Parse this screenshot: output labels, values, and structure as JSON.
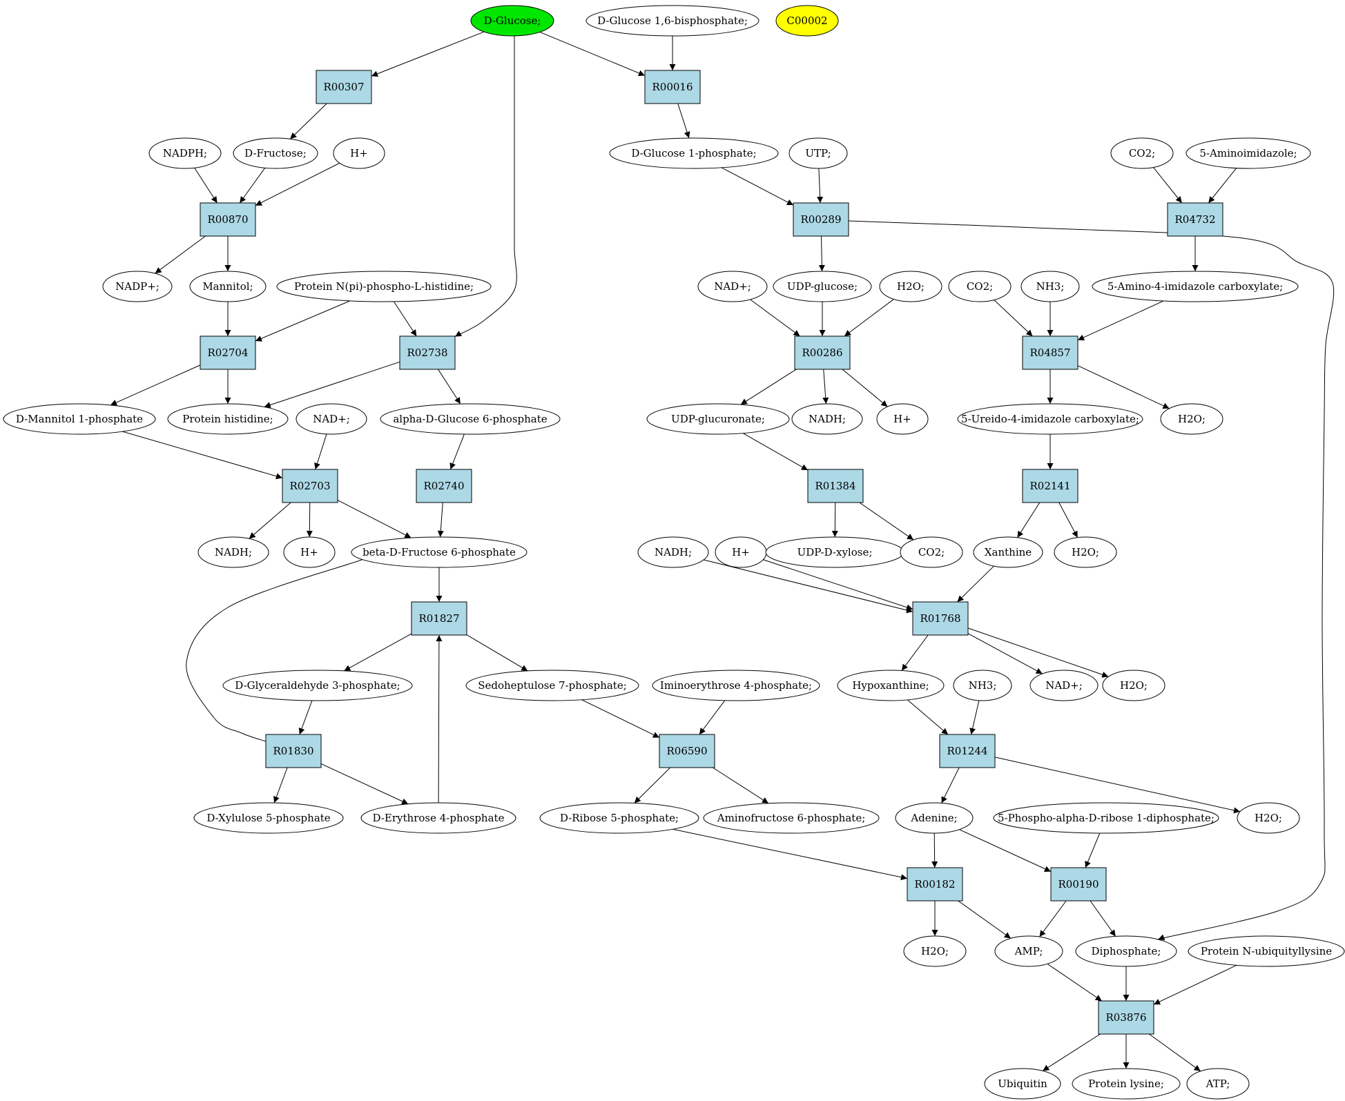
{
  "colors": {
    "reaction_fill": "#add8e6",
    "compound_fill": "#ffffff",
    "start_fill": "#00e600",
    "highlight_fill": "#ffff00",
    "stroke": "#000000"
  },
  "compounds": [
    {
      "id": "glc",
      "label": "D-Glucose;",
      "fill": "start"
    },
    {
      "id": "g16bp",
      "label": "D-Glucose 1,6-bisphosphate;"
    },
    {
      "id": "c00002",
      "label": "C00002",
      "fill": "highlight"
    },
    {
      "id": "nadph",
      "label": "NADPH;"
    },
    {
      "id": "fru",
      "label": "D-Fructose;"
    },
    {
      "id": "h_a",
      "label": "H+"
    },
    {
      "id": "g1p",
      "label": "D-Glucose 1-phosphate;"
    },
    {
      "id": "utp",
      "label": "UTP;"
    },
    {
      "id": "co2_a",
      "label": "CO2;"
    },
    {
      "id": "aminoimid",
      "label": "5-Aminoimidazole;"
    },
    {
      "id": "nadp",
      "label": "NADP+;"
    },
    {
      "id": "mannitol",
      "label": "Mannitol;"
    },
    {
      "id": "protnpi",
      "label": "Protein N(pi)-phospho-L-histidine;"
    },
    {
      "id": "nad_a",
      "label": "NAD+;"
    },
    {
      "id": "udpglc",
      "label": "UDP-glucose;"
    },
    {
      "id": "h2o_a",
      "label": "H2O;"
    },
    {
      "id": "co2_b",
      "label": "CO2;"
    },
    {
      "id": "nh3_a",
      "label": "NH3;"
    },
    {
      "id": "aica",
      "label": "5-Amino-4-imidazole carboxylate;"
    },
    {
      "id": "man1p",
      "label": "D-Mannitol 1-phosphate"
    },
    {
      "id": "prothis",
      "label": "Protein histidine;"
    },
    {
      "id": "nad_b",
      "label": "NAD+;"
    },
    {
      "id": "ag6p",
      "label": "alpha-D-Glucose 6-phosphate"
    },
    {
      "id": "udpglcua",
      "label": "UDP-glucuronate;"
    },
    {
      "id": "nadh_a",
      "label": "NADH;"
    },
    {
      "id": "h_b",
      "label": "H+"
    },
    {
      "id": "ureido",
      "label": "5-Ureido-4-imidazole carboxylate;"
    },
    {
      "id": "h2o_b",
      "label": "H2O;"
    },
    {
      "id": "nadh_b",
      "label": "NADH;"
    },
    {
      "id": "h_c",
      "label": "H+"
    },
    {
      "id": "bf6p",
      "label": "beta-D-Fructose 6-phosphate"
    },
    {
      "id": "nadh_c",
      "label": "NADH;"
    },
    {
      "id": "h_d",
      "label": "H+"
    },
    {
      "id": "udpxyl",
      "label": "UDP-D-xylose;"
    },
    {
      "id": "co2_c",
      "label": "CO2;"
    },
    {
      "id": "xanthine",
      "label": "Xanthine"
    },
    {
      "id": "h2o_c",
      "label": "H2O;"
    },
    {
      "id": "gap",
      "label": "D-Glyceraldehyde 3-phosphate;"
    },
    {
      "id": "s7p",
      "label": "Sedoheptulose 7-phosphate;"
    },
    {
      "id": "imino4p",
      "label": "Iminoerythrose 4-phosphate;"
    },
    {
      "id": "hypox",
      "label": "Hypoxanthine;"
    },
    {
      "id": "nh3_b",
      "label": "NH3;"
    },
    {
      "id": "nad_c",
      "label": "NAD+;"
    },
    {
      "id": "h2o_d",
      "label": "H2O;"
    },
    {
      "id": "xu5p",
      "label": "D-Xylulose 5-phosphate"
    },
    {
      "id": "e4p",
      "label": "D-Erythrose 4-phosphate"
    },
    {
      "id": "r5p",
      "label": "D-Ribose 5-phosphate;"
    },
    {
      "id": "af6p",
      "label": "Aminofructose 6-phosphate;"
    },
    {
      "id": "adenine",
      "label": "Adenine;"
    },
    {
      "id": "prpp",
      "label": "5-Phospho-alpha-D-ribose 1-diphosphate;"
    },
    {
      "id": "h2o_e",
      "label": "H2O;"
    },
    {
      "id": "h2o_f",
      "label": "H2O;"
    },
    {
      "id": "amp",
      "label": "AMP;"
    },
    {
      "id": "ppi",
      "label": "Diphosphate;"
    },
    {
      "id": "protubi",
      "label": "Protein N-ubiquityllysine"
    },
    {
      "id": "ubiquitin",
      "label": "Ubiquitin"
    },
    {
      "id": "protlys",
      "label": "Protein lysine;"
    },
    {
      "id": "atp",
      "label": "ATP;"
    }
  ],
  "reactions": [
    {
      "id": "R00307",
      "label": "R00307"
    },
    {
      "id": "R00016",
      "label": "R00016"
    },
    {
      "id": "R00870",
      "label": "R00870"
    },
    {
      "id": "R00289",
      "label": "R00289"
    },
    {
      "id": "R04732",
      "label": "R04732"
    },
    {
      "id": "R02704",
      "label": "R02704"
    },
    {
      "id": "R02738",
      "label": "R02738"
    },
    {
      "id": "R00286",
      "label": "R00286"
    },
    {
      "id": "R04857",
      "label": "R04857"
    },
    {
      "id": "R02703",
      "label": "R02703"
    },
    {
      "id": "R02740",
      "label": "R02740"
    },
    {
      "id": "R01384",
      "label": "R01384"
    },
    {
      "id": "R02141",
      "label": "R02141"
    },
    {
      "id": "R01827",
      "label": "R01827"
    },
    {
      "id": "R01768",
      "label": "R01768"
    },
    {
      "id": "R01830",
      "label": "R01830"
    },
    {
      "id": "R06590",
      "label": "R06590"
    },
    {
      "id": "R01244",
      "label": "R01244"
    },
    {
      "id": "R00182",
      "label": "R00182"
    },
    {
      "id": "R00190",
      "label": "R00190"
    },
    {
      "id": "R03876",
      "label": "R03876"
    }
  ],
  "edges": [
    [
      "glc",
      "R00307"
    ],
    [
      "glc",
      "R00016"
    ],
    [
      "glc",
      "R02738"
    ],
    [
      "g16bp",
      "R00016"
    ],
    [
      "R00307",
      "fru"
    ],
    [
      "R00016",
      "g1p"
    ],
    [
      "nadph",
      "R00870"
    ],
    [
      "fru",
      "R00870"
    ],
    [
      "h_a",
      "R00870"
    ],
    [
      "g1p",
      "R00289"
    ],
    [
      "utp",
      "R00289"
    ],
    [
      "R00289",
      "ppi"
    ],
    [
      "co2_a",
      "R04732"
    ],
    [
      "aminoimid",
      "R04732"
    ],
    [
      "R04732",
      "aica"
    ],
    [
      "R00870",
      "nadp"
    ],
    [
      "R00870",
      "mannitol"
    ],
    [
      "mannitol",
      "R02704"
    ],
    [
      "protnpi",
      "R02704"
    ],
    [
      "protnpi",
      "R02738"
    ],
    [
      "R00289",
      "udpglc"
    ],
    [
      "nad_a",
      "R00286"
    ],
    [
      "udpglc",
      "R00286"
    ],
    [
      "h2o_a",
      "R00286"
    ],
    [
      "co2_b",
      "R04857"
    ],
    [
      "nh3_a",
      "R04857"
    ],
    [
      "aica",
      "R04857"
    ],
    [
      "R02704",
      "man1p"
    ],
    [
      "R02704",
      "prothis"
    ],
    [
      "R02738",
      "prothis"
    ],
    [
      "R02738",
      "ag6p"
    ],
    [
      "R00286",
      "udpglcua"
    ],
    [
      "R00286",
      "nadh_a"
    ],
    [
      "R00286",
      "h_b"
    ],
    [
      "R04857",
      "ureido"
    ],
    [
      "R04857",
      "h2o_b"
    ],
    [
      "man1p",
      "R02703"
    ],
    [
      "nad_b",
      "R02703"
    ],
    [
      "ag6p",
      "R02740"
    ],
    [
      "udpglcua",
      "R01384"
    ],
    [
      "ureido",
      "R02141"
    ],
    [
      "R02703",
      "nadh_b"
    ],
    [
      "R02703",
      "h_c"
    ],
    [
      "R02703",
      "bf6p"
    ],
    [
      "R02740",
      "bf6p"
    ],
    [
      "R01384",
      "udpxyl"
    ],
    [
      "R01384",
      "co2_c"
    ],
    [
      "R02141",
      "xanthine"
    ],
    [
      "R02141",
      "h2o_c"
    ],
    [
      "bf6p",
      "R01827"
    ],
    [
      "bf6p",
      "R01830"
    ],
    [
      "nadh_c",
      "R01768"
    ],
    [
      "h_d",
      "R01768"
    ],
    [
      "xanthine",
      "R01768"
    ],
    [
      "R01827",
      "gap"
    ],
    [
      "R01827",
      "s7p"
    ],
    [
      "R01768",
      "hypox"
    ],
    [
      "R01768",
      "nad_c"
    ],
    [
      "R01768",
      "h2o_d"
    ],
    [
      "gap",
      "R01830"
    ],
    [
      "e4p",
      "R01827"
    ],
    [
      "s7p",
      "R06590"
    ],
    [
      "imino4p",
      "R06590"
    ],
    [
      "hypox",
      "R01244"
    ],
    [
      "nh3_b",
      "R01244"
    ],
    [
      "R01830",
      "xu5p"
    ],
    [
      "R01830",
      "e4p"
    ],
    [
      "R06590",
      "r5p"
    ],
    [
      "R06590",
      "af6p"
    ],
    [
      "R01244",
      "adenine"
    ],
    [
      "R01244",
      "h2o_e"
    ],
    [
      "adenine",
      "R00182"
    ],
    [
      "r5p",
      "R00182"
    ],
    [
      "adenine",
      "R00190"
    ],
    [
      "prpp",
      "R00190"
    ],
    [
      "R00182",
      "h2o_f"
    ],
    [
      "R00182",
      "amp"
    ],
    [
      "R00190",
      "amp"
    ],
    [
      "R00190",
      "ppi"
    ],
    [
      "amp",
      "R03876"
    ],
    [
      "ppi",
      "R03876"
    ],
    [
      "protubi",
      "R03876"
    ],
    [
      "R03876",
      "ubiquitin"
    ],
    [
      "R03876",
      "protlys"
    ],
    [
      "R03876",
      "atp"
    ]
  ]
}
